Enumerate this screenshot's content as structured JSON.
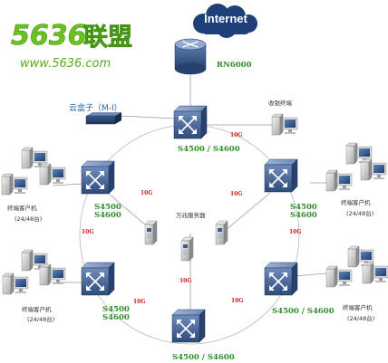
{
  "logo": {
    "number": "5636",
    "chinese": "联盟",
    "url": "www.5636.com"
  },
  "internet": "Internet",
  "router": "RN6000",
  "cloudbox": "云盒子（M-I）",
  "cash_terminal": "收银终端",
  "wanzhao_server": "万兆服务器",
  "switch_top": "S4500 / S4600",
  "switch_bottom": "S4500 / S4600",
  "switch_left_top": {
    "line1": "S4500",
    "line2": "S4600"
  },
  "switch_right_top": {
    "line1": "S4500",
    "line2": "S4600"
  },
  "switch_left_bottom": {
    "line1": "S4500",
    "line2": "S4600"
  },
  "switch_right_bottom": "S4500 / S4600",
  "client_label": "终端客户机",
  "client_count": "(24/48台)",
  "link_speed": "10G",
  "colors": {
    "green": "#2f8f2a",
    "red": "#cc2222",
    "device_blue": "#3d5e8c"
  }
}
